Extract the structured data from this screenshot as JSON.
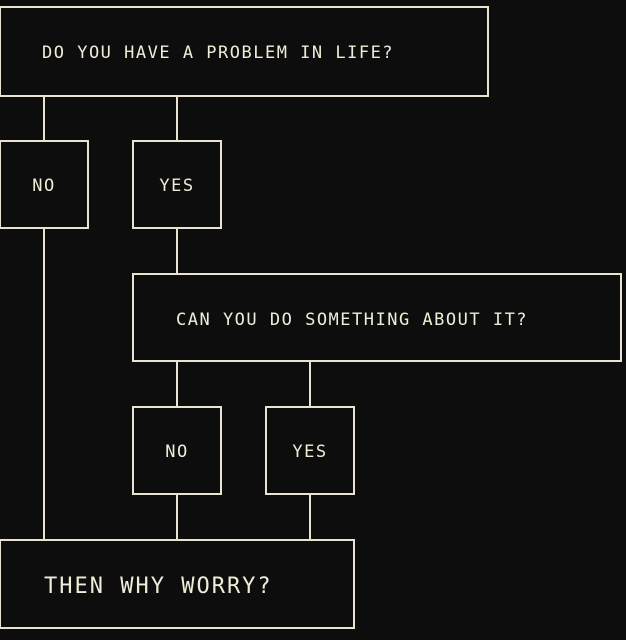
{
  "flowchart": {
    "question_1": "DO YOU HAVE A PROBLEM IN LIFE?",
    "answer_1_no": "NO",
    "answer_1_yes": "YES",
    "question_2": "CAN YOU DO SOMETHING ABOUT IT?",
    "answer_2_no": "NO",
    "answer_2_yes": "YES",
    "conclusion": "THEN WHY WORRY?"
  },
  "colors": {
    "background": "#0d0d0d",
    "line": "#e9e3cf",
    "text": "#f1ecd8"
  }
}
